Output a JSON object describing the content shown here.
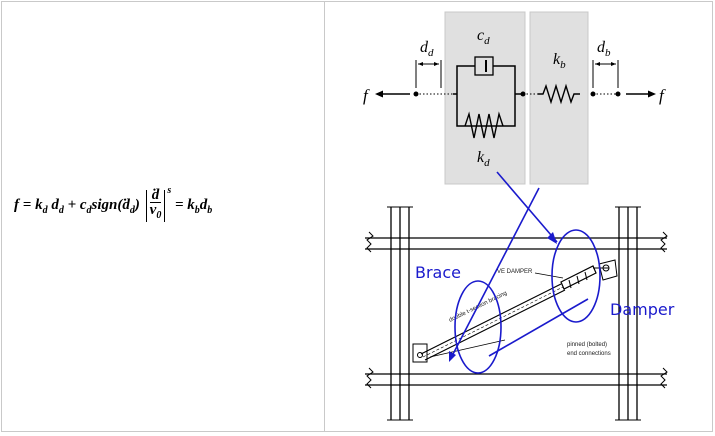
{
  "equation": {
    "lhs": "f",
    "eq1": "=",
    "k": "k",
    "d": "d",
    "sub_d": "d",
    "plus": "+",
    "c": "c",
    "sign": "sign",
    "ddot_d": "ḋ",
    "frac_num": "ḋ",
    "frac_den": "v",
    "frac_den_sub": "0",
    "exp": "s",
    "eq2": "=",
    "kb": "k",
    "sub_b": "b",
    "db": "d"
  },
  "model": {
    "f_left": "f",
    "f_right": "f",
    "dd_label": "d",
    "dd_sub": "d",
    "cd_label": "c",
    "cd_sub": "d",
    "kb_label": "k",
    "kb_sub": "b",
    "db_label": "d",
    "db_sub": "b",
    "kd_label": "k",
    "kd_sub": "d"
  },
  "photo": {
    "brace_label": "Brace",
    "damper_label": "Damper",
    "vd_damper_text": "VE DAMPER",
    "bracing_text": "double t-section bracing",
    "pinned_text_1": "pinned (bolted)",
    "pinned_text_2": "end connections"
  },
  "colors": {
    "box_fill": "#e0e0e0",
    "box_stroke": "#c8c8c8",
    "annotation_blue": "#1a1acc",
    "frame": "#c9c9c9"
  }
}
